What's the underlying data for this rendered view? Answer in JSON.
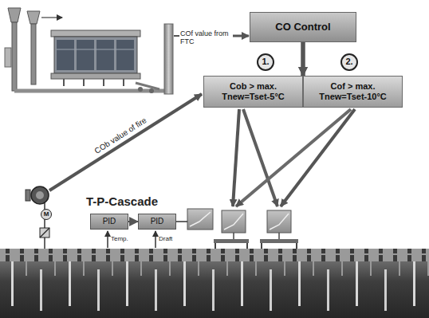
{
  "diagram": {
    "nodes": [
      {
        "text": [
          "CO Control"
        ]
      },
      {
        "text": [
          "1."
        ]
      },
      {
        "text": [
          "2."
        ]
      },
      {
        "text": [
          "Cob > max.",
          "Tnew=Tset-5°C"
        ]
      },
      {
        "text": [
          "Cof > max.",
          "Tnew=Tset-10°C"
        ]
      },
      {
        "text": [
          "PID"
        ]
      },
      {
        "text": [
          "PID"
        ]
      },
      {
        "text": [
          "M"
        ]
      }
    ],
    "edges": [
      {
        "from": 0,
        "to": 3,
        "arrow": "to"
      },
      {
        "from": 0,
        "to": 4,
        "arrow": "to"
      },
      {
        "from": 5,
        "to": 6,
        "arrow": "to"
      }
    ],
    "labels": [
      "COf value from FTC",
      "COb value of fire",
      "T-P-Cascade",
      "Temp.",
      "Draft"
    ]
  }
}
